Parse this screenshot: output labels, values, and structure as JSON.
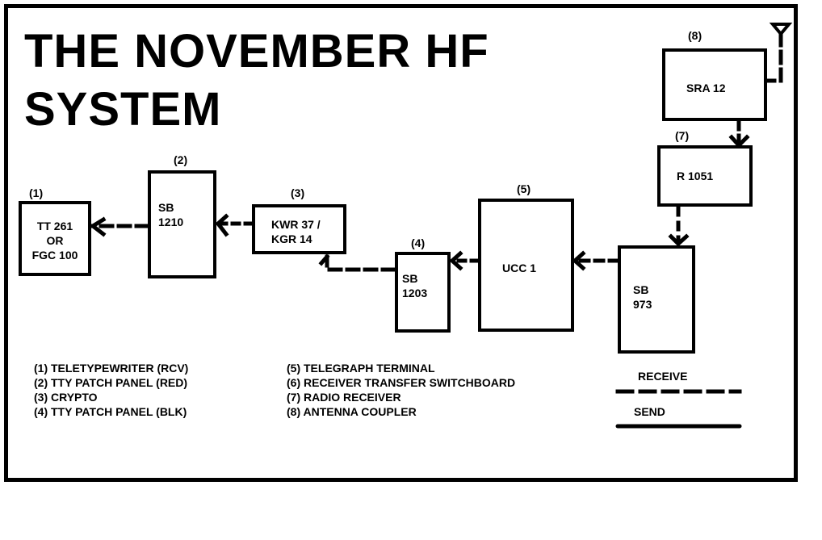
{
  "title": "THE NOVEMBER HF SYSTEM",
  "components": [
    {
      "id": "1",
      "number": "(1)",
      "label_lines": [
        "TT 261",
        "OR",
        "FGC 100"
      ]
    },
    {
      "id": "2",
      "number": "(2)",
      "label_lines": [
        "SB",
        "1210"
      ]
    },
    {
      "id": "3",
      "number": "(3)",
      "label_lines": [
        "KWR 37 /",
        "KGR 14"
      ]
    },
    {
      "id": "4",
      "number": "(4)",
      "label_lines": [
        "SB",
        "1203"
      ]
    },
    {
      "id": "5",
      "number": "(5)",
      "label_lines": [
        "UCC 1"
      ]
    },
    {
      "id": "6",
      "number": "",
      "label_lines": [
        "SB",
        "973"
      ]
    },
    {
      "id": "7",
      "number": "(7)",
      "label_lines": [
        "R 1051"
      ]
    },
    {
      "id": "8",
      "number": "(8)",
      "label_lines": [
        "SRA 12"
      ]
    }
  ],
  "connections": [
    {
      "from": "antenna",
      "to": "8",
      "type": "receive"
    },
    {
      "from": "8",
      "to": "7",
      "type": "receive"
    },
    {
      "from": "7",
      "to": "6",
      "type": "receive"
    },
    {
      "from": "6",
      "to": "5",
      "type": "receive"
    },
    {
      "from": "5",
      "to": "4",
      "type": "receive"
    },
    {
      "from": "4",
      "to": "3",
      "type": "receive"
    },
    {
      "from": "3",
      "to": "2",
      "type": "receive"
    },
    {
      "from": "2",
      "to": "1",
      "type": "receive"
    }
  ],
  "legend": {
    "left": [
      "(1) TELETYPEWRITER (RCV)",
      "(2) TTY PATCH PANEL (RED)",
      "(3) CRYPTO",
      "(4) TTY PATCH PANEL (BLK)"
    ],
    "right": [
      "(5) TELEGRAPH TERMINAL",
      "(6) RECEIVER TRANSFER SWITCHBOARD",
      "(7) RADIO RECEIVER",
      "(8) ANTENNA COUPLER"
    ]
  },
  "line_key": {
    "receive_label": "RECEIVE",
    "send_label": "SEND"
  }
}
